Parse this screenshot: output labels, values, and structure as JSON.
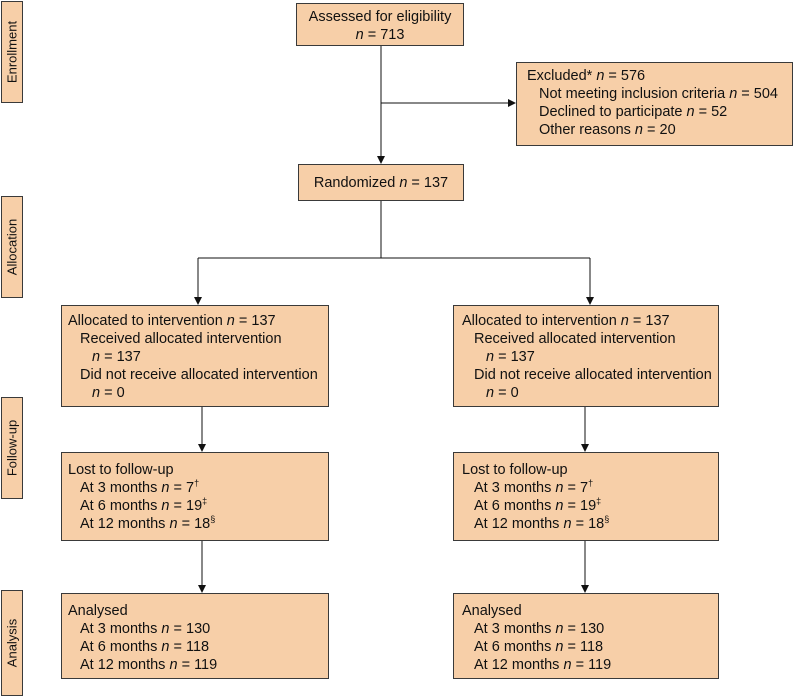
{
  "stages": {
    "enrollment": "Enrollment",
    "allocation": "Allocation",
    "followup": "Follow-up",
    "analysis": "Analysis"
  },
  "assessed": {
    "label": "Assessed for eligibility",
    "n": "n",
    "value": " = 713"
  },
  "excluded": {
    "label": "Excluded* ",
    "n": "n",
    "value": " = 576",
    "items": [
      {
        "label": "Not meeting inclusion criteria ",
        "n": "n",
        "value": " = 504"
      },
      {
        "label": "Declined to participate ",
        "n": "n",
        "value": " = 52"
      },
      {
        "label": "Other reasons ",
        "n": "n",
        "value": " = 20"
      }
    ]
  },
  "randomized": {
    "label": "Randomized ",
    "n": "n",
    "value": " = 137"
  },
  "arms": [
    {
      "allocation": {
        "title": "Allocated to intervention ",
        "title_value": " = 137",
        "received": "Received allocated intervention",
        "received_value": " = 137",
        "not_received": "Did not receive allocated intervention",
        "not_received_value": " = 0"
      },
      "followup": {
        "title": "Lost to follow-up",
        "rows": [
          {
            "label": "At 3 months ",
            "value": " = 7",
            "mark": "†"
          },
          {
            "label": "At 6 months ",
            "value": " = 19",
            "mark": "‡"
          },
          {
            "label": "At 12 months ",
            "value": " = 18",
            "mark": "§"
          }
        ]
      },
      "analysis": {
        "title": "Analysed",
        "rows": [
          {
            "label": "At 3 months ",
            "value": " = 130"
          },
          {
            "label": "At 6 months ",
            "value": " = 118"
          },
          {
            "label": "At 12 months ",
            "value": " = 119"
          }
        ]
      }
    },
    {
      "allocation": {
        "title": "Allocated to intervention ",
        "title_value": " = 137",
        "received": "Received allocated intervention",
        "received_value": " = 137",
        "not_received": "Did not receive allocated intervention",
        "not_received_value": " = 0"
      },
      "followup": {
        "title": "Lost to follow-up",
        "rows": [
          {
            "label": "At 3 months ",
            "value": " = 7",
            "mark": "†"
          },
          {
            "label": "At 6 months ",
            "value": " = 19",
            "mark": "‡"
          },
          {
            "label": "At 12 months ",
            "value": " = 18",
            "mark": "§"
          }
        ]
      },
      "analysis": {
        "title": "Analysed",
        "rows": [
          {
            "label": "At 3 months ",
            "value": " = 130"
          },
          {
            "label": "At 6 months ",
            "value": " = 118"
          },
          {
            "label": "At 12 months ",
            "value": " = 119"
          }
        ]
      }
    }
  ],
  "colors": {
    "box_fill": "#f7cfa8",
    "border": "#3a3a3a"
  }
}
